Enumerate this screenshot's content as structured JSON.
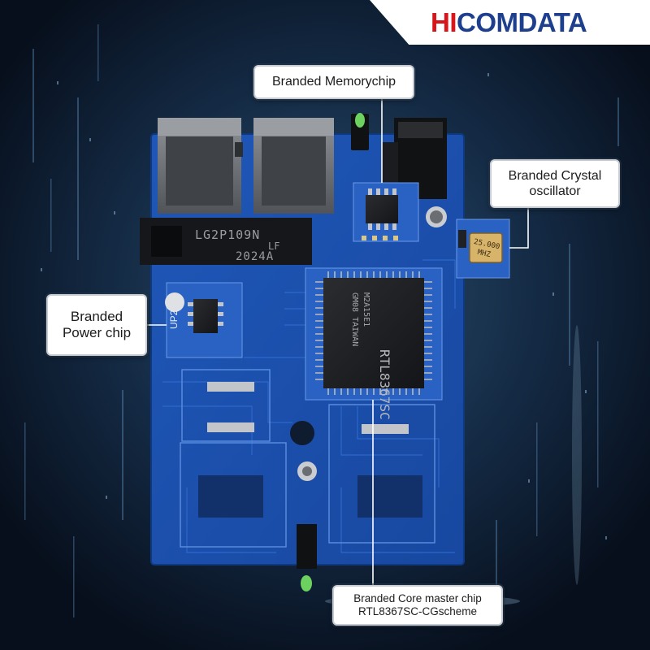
{
  "brand": {
    "logo_hi": "HI",
    "logo_rest": "COMDATA",
    "hi_color": "#d7151b",
    "rest_color": "#1d3f8e"
  },
  "chips": {
    "memory_marking": "",
    "main_marking_line1": "RTL8367SC",
    "main_marking_line2": "M2A15E1",
    "main_marking_line3": "GM08 TAIWAN",
    "label_chip_line1": "LG2P109N",
    "label_chip_line2": "LF",
    "label_chip_line3": "2024A",
    "crystal_line1": "25.000",
    "crystal_line2": "MHZ",
    "power_label": "UP2"
  },
  "callouts": {
    "memory": [
      "Branded Memorychip"
    ],
    "crystal": [
      "Branded Crystal",
      "oscillator"
    ],
    "power": [
      "Branded",
      "Power chip"
    ],
    "core": [
      "Branded Core master chip",
      "RTL8367SC-CGscheme"
    ]
  }
}
